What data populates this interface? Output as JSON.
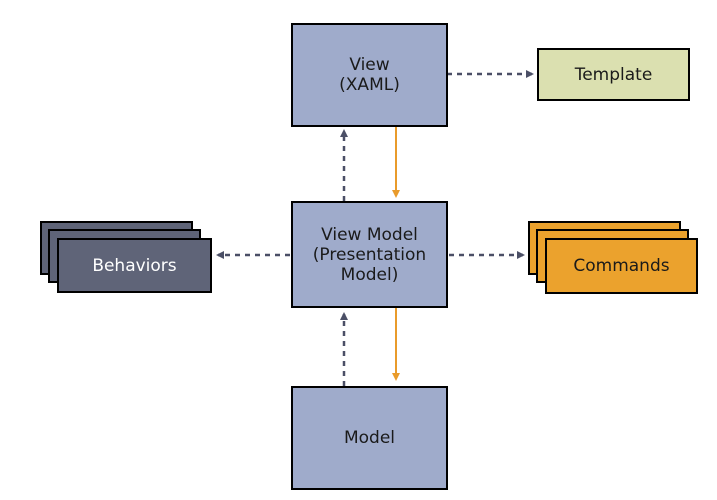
{
  "nodes": {
    "view": {
      "label": "View\n(XAML)"
    },
    "template": {
      "label": "Template"
    },
    "view_model": {
      "label": "View Model\n(Presentation\nModel)"
    },
    "behaviors": {
      "label": "Behaviors"
    },
    "commands": {
      "label": "Commands"
    },
    "model": {
      "label": "Model"
    }
  },
  "colors": {
    "core_box": "#9fabcb",
    "template_box": "#dbe0b0",
    "behaviors_box": "#5f6478",
    "commands_box": "#eba22d",
    "dashed_arrow": "#4b4f66",
    "data_arrow": "#e99b2b"
  }
}
